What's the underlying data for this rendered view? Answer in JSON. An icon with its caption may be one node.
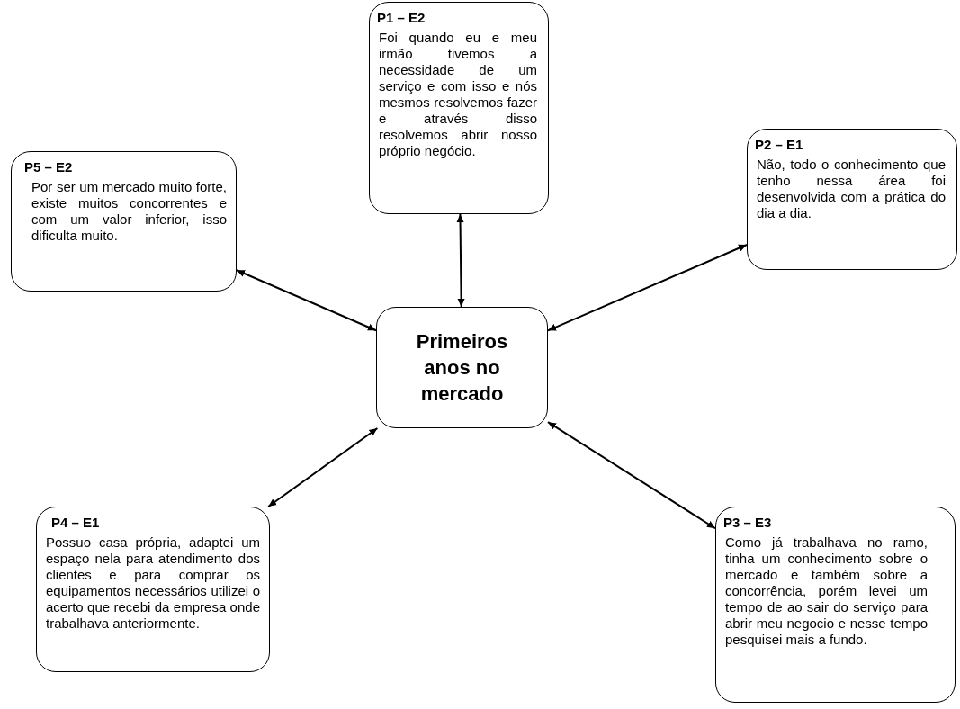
{
  "diagram": {
    "nodes": [
      {
        "text": [
          "P1 – E2",
          "Foi quando eu e meu irmão tivemos a necessidade de um serviço e com isso e nós mesmos resolvemos fazer e através disso resolvemos abrir nosso próprio negócio."
        ]
      },
      {
        "text": [
          "P2 – E1",
          "Não, todo o conhecimento que tenho nessa área foi desenvolvida com a prática do dia a dia."
        ]
      },
      {
        "text": [
          "P5 – E2",
          "Por ser um mercado muito forte, existe muitos concorrentes e com um valor inferior, isso dificulta muito."
        ]
      },
      {
        "text": [
          "Primeiros anos no mercado"
        ]
      },
      {
        "text": [
          "P4 – E1",
          "Possuo casa própria, adaptei um espaço nela para atendimento dos clientes e para comprar os equipamentos necessários utilizei o acerto que recebi da empresa onde trabalhava anteriormente."
        ]
      },
      {
        "text": [
          "P3 – E3",
          "Como já trabalhava no ramo, tinha um conhecimento sobre o mercado e também sobre a concorrência, porém levei um tempo de ao sair do serviço para abrir meu negocio e nesse tempo pesquisei mais a fundo."
        ]
      }
    ],
    "edges": [
      {
        "from": 3,
        "to": 0,
        "arrow": "both"
      },
      {
        "from": 3,
        "to": 1,
        "arrow": "both"
      },
      {
        "from": 3,
        "to": 2,
        "arrow": "both"
      },
      {
        "from": 3,
        "to": 4,
        "arrow": "both"
      },
      {
        "from": 3,
        "to": 5,
        "arrow": "both"
      }
    ]
  }
}
